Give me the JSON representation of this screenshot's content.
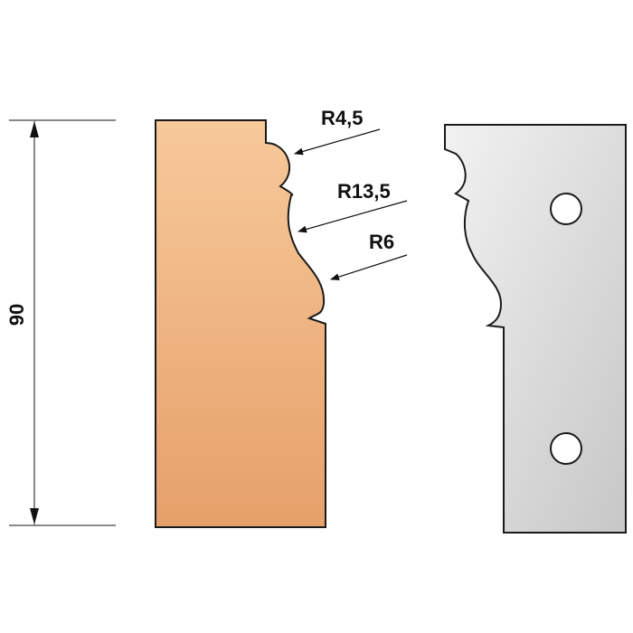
{
  "dimension": {
    "height_label": "90"
  },
  "callouts": [
    {
      "label": "R4,5"
    },
    {
      "label": "R13,5"
    },
    {
      "label": "R6"
    }
  ],
  "colors": {
    "workpiece_light": "#f7c99a",
    "workpiece_dark": "#e6a06a",
    "knife_light": "#f2f2f2",
    "knife_dark": "#c7c7c7",
    "outline": "#1a1a1a"
  }
}
